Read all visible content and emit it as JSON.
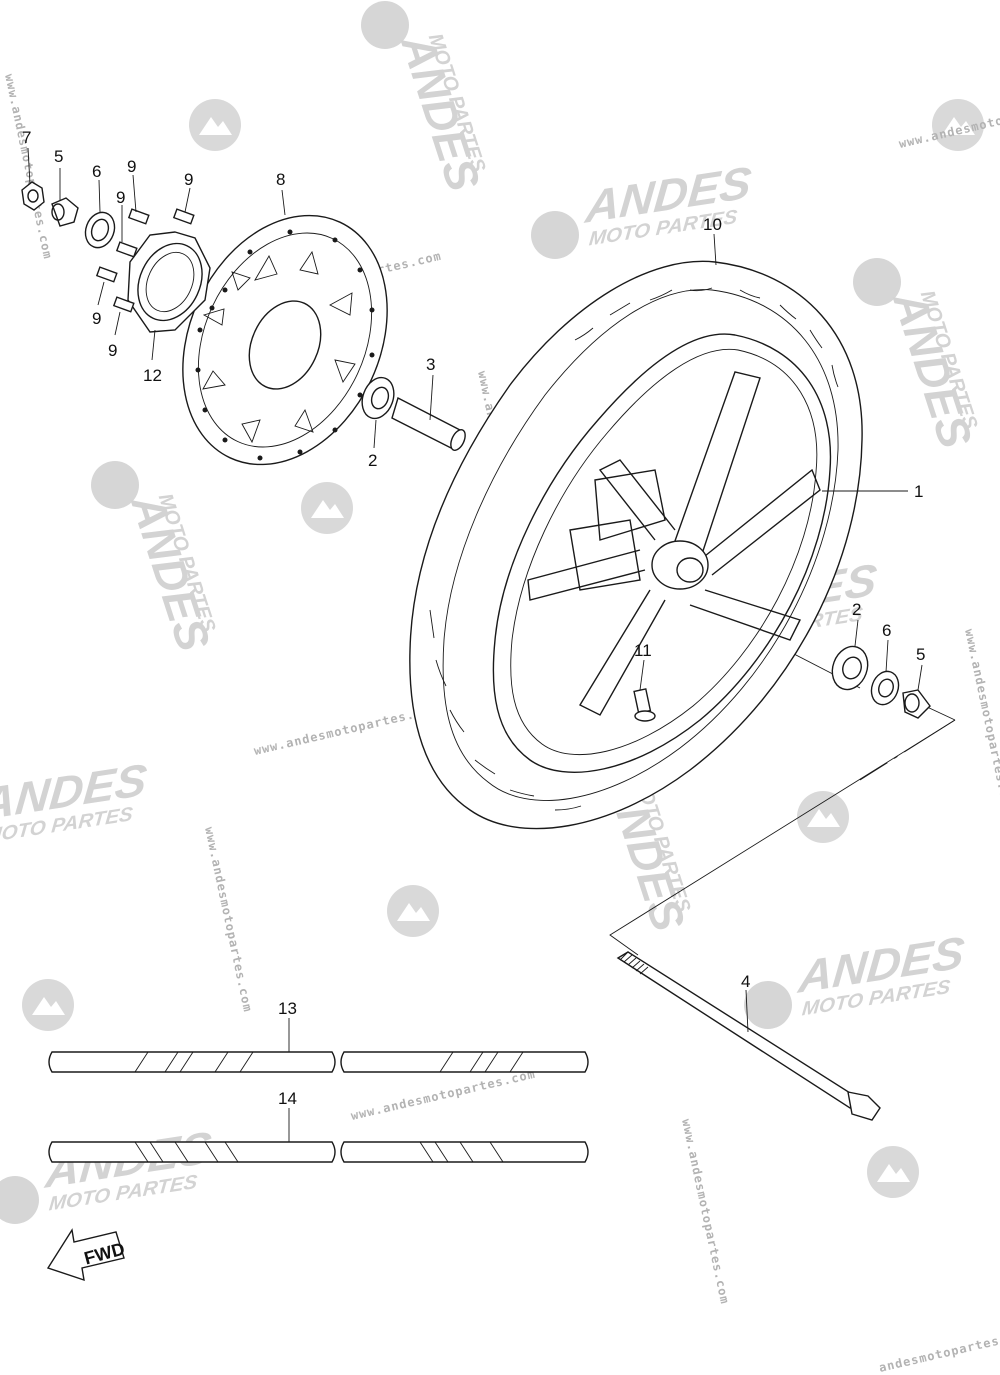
{
  "watermark": {
    "brand_line1": "ANDES",
    "brand_line2": "MOTO PARTES",
    "url": "www.andesmotopartes.com",
    "url_tail": "andesmotopartes"
  },
  "callouts": {
    "c1": "1",
    "c2a": "2",
    "c2b": "2",
    "c3": "3",
    "c4": "4",
    "c5a": "5",
    "c5b": "5",
    "c6a": "6",
    "c6b": "6",
    "c7": "7",
    "c8": "8",
    "c9a": "9",
    "c9b": "9",
    "c9c": "9",
    "c9d": "9",
    "c9e": "9",
    "c10": "10",
    "c11": "11",
    "c12": "12",
    "c13": "13",
    "c14": "14"
  },
  "fwd_label": "FWD",
  "colors": {
    "line": "#1a1a1a",
    "watermark": "#d3d3d3",
    "background": "#ffffff"
  }
}
